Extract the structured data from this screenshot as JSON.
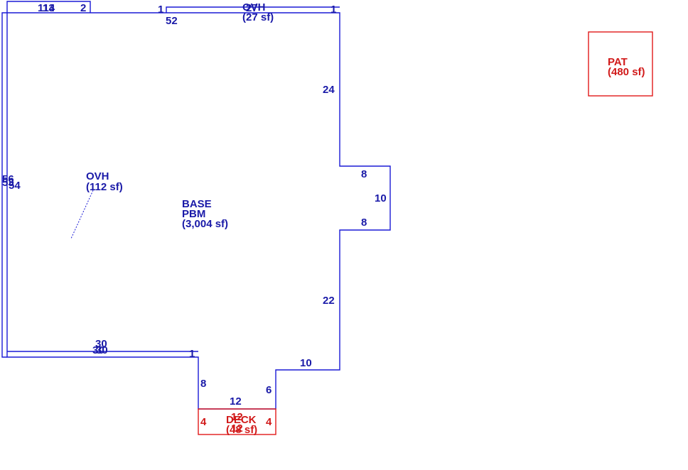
{
  "areas": {
    "base": {
      "name": "BASE",
      "sub": "PBM",
      "area": "(3,004 sf)"
    },
    "ovh_left": {
      "name": "OVH",
      "area": "(112 sf)"
    },
    "ovh_top": {
      "name": "OVH",
      "area": "(27 sf)"
    },
    "deck": {
      "name": "DECK",
      "area": "(48 sf)"
    },
    "pat": {
      "name": "PAT",
      "area": "(480 sf)"
    }
  },
  "dimensions": {
    "top_left_a": "114",
    "top_left_b": "13",
    "top_left_c": "2",
    "top_ovh_left_1": "1",
    "top_ovh_right_1": "1",
    "top_ovh_27": "27",
    "top_52": "52",
    "right_24": "24",
    "bump_top_8": "8",
    "bump_10": "10",
    "bump_bottom_8": "8",
    "right_22": "22",
    "bottom_10": "10",
    "step_6": "6",
    "notch_12": "12",
    "notch_8": "8",
    "deck_left_4": "4",
    "deck_right_4": "4",
    "deck_12": "12",
    "deck_bottom_12": "12",
    "bottom_30_a": "30",
    "bottom_30_b": "30",
    "bottom_30_c": "30",
    "bottom_1": "1",
    "left_56": "56",
    "left_54": "54",
    "left_53": "53"
  }
}
